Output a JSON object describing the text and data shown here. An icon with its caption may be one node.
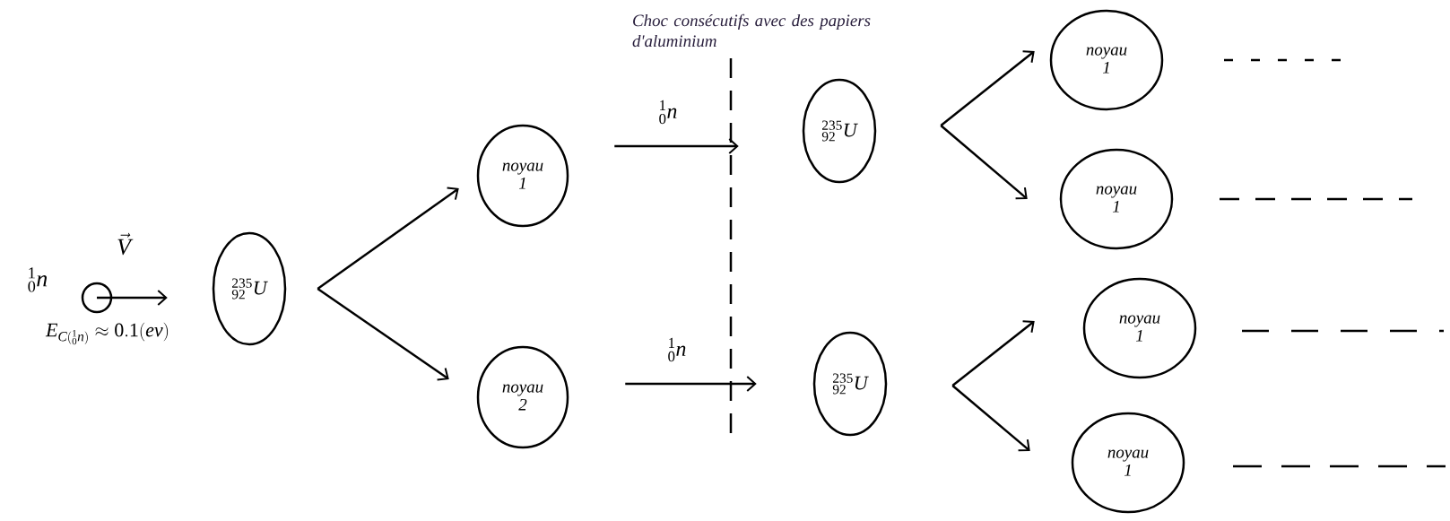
{
  "diagram": {
    "nodes": [
      {
        "text": [],
        "shape": "circle"
      },
      {
        "text": [
          "^{235}_{92}U"
        ]
      },
      {
        "text": [
          "noyau 1"
        ]
      },
      {
        "text": [
          "noyau 2"
        ]
      },
      {
        "text": [
          "^{235}_{92}U"
        ]
      },
      {
        "text": [
          "^{235}_{92}U"
        ]
      },
      {
        "text": [
          "noyau 1"
        ]
      },
      {
        "text": [
          "noyau 1"
        ]
      },
      {
        "text": [
          "noyau 1"
        ]
      },
      {
        "text": [
          "noyau 1"
        ]
      }
    ],
    "edges": [
      {
        "from": 0,
        "to": 1,
        "arrow": "to"
      },
      {
        "from": 1,
        "to": 2,
        "arrow": "to"
      },
      {
        "from": 1,
        "to": 3,
        "arrow": "to"
      },
      {
        "from": 2,
        "to": 4,
        "arrow": "to",
        "label": "^{1}_{0}n"
      },
      {
        "from": 3,
        "to": 5,
        "arrow": "to",
        "label": "^{1}_{0}n"
      },
      {
        "from": 4,
        "to": 6,
        "arrow": "to"
      },
      {
        "from": 4,
        "to": 7,
        "arrow": "to"
      },
      {
        "from": 5,
        "to": 8,
        "arrow": "to"
      },
      {
        "from": 5,
        "to": 9,
        "arrow": "to"
      }
    ],
    "labels": [
      "^{1}_{0}n",
      "\\vec{V}",
      "E_{C(^{1}_{0}n)} \\approx 0.1(ev)",
      "Choc consécutifs avec des papiers d'aluminium"
    ]
  }
}
